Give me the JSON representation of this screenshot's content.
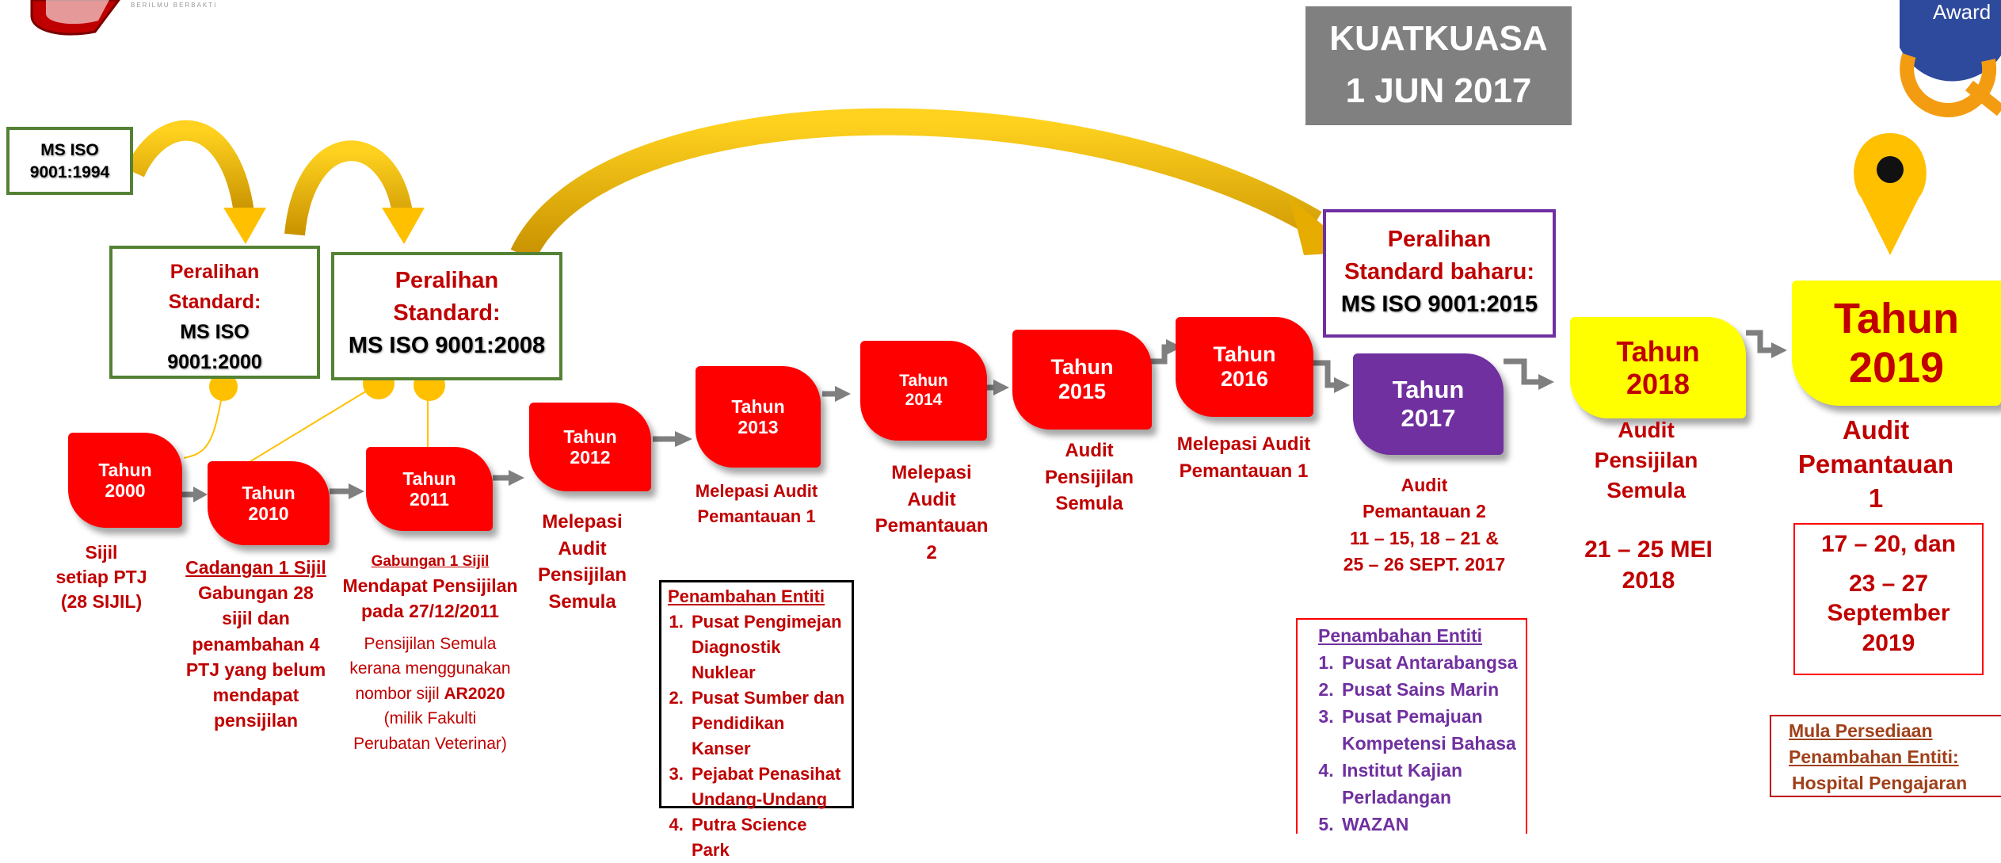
{
  "banner": {
    "line1": "KUATKUASA",
    "line2": "1 JUN 2017"
  },
  "logos": {
    "left_text": "BERILMU BERBAKTI",
    "right_text": "Award"
  },
  "iso1994": {
    "line1": "MS ISO",
    "line2": "9001:1994"
  },
  "trans2000": {
    "line1": "Peralihan",
    "line2": "Standard:",
    "line3": "MS ISO",
    "line4": "9001:2000"
  },
  "trans2008": {
    "line1": "Peralihan",
    "line2": "Standard:",
    "line3": "MS ISO 9001:2008"
  },
  "trans2015": {
    "line1": "Peralihan",
    "line2": "Standard baharu:",
    "line3": "MS ISO 9001:2015"
  },
  "years": [
    {
      "line1": "Tahun",
      "line2": "2000"
    },
    {
      "line1": "Tahun",
      "line2": "2010"
    },
    {
      "line1": "Tahun",
      "line2": "2011"
    },
    {
      "line1": "Tahun",
      "line2": "2012"
    },
    {
      "line1": "Tahun",
      "line2": "2013"
    },
    {
      "line1": "Tahun",
      "line2": "2014"
    },
    {
      "line1": "Tahun",
      "line2": "2015"
    },
    {
      "line1": "Tahun",
      "line2": "2016"
    },
    {
      "line1": "Tahun",
      "line2": "2017"
    },
    {
      "line1": "Tahun",
      "line2": "2018"
    },
    {
      "line1": "Tahun",
      "line2": "2019"
    }
  ],
  "desc": {
    "y2000": [
      "Sijil",
      "setiap PTJ",
      "(28 SIJIL)"
    ],
    "y2010": {
      "heading": "Cadangan 1 Sijil",
      "lines": [
        "Gabungan 28",
        "sijil dan",
        "penambahan 4",
        "PTJ yang belum",
        "mendapat",
        "pensijilan"
      ]
    },
    "y2011": {
      "heading": "Gabungan 1 Sijil",
      "lines": [
        "Mendapat Pensijilan",
        "pada 27/12/2011"
      ],
      "note1": "Pensijilan Semula",
      "note2": "kerana menggunakan",
      "note3_pre": "nombor sijil ",
      "note3_bold": "AR2020",
      "note4": "(milik Fakulti",
      "note5": "Perubatan Veterinar)"
    },
    "y2012": [
      "Melepasi",
      "Audit",
      "Pensijilan",
      "Semula"
    ],
    "y2013": [
      "Melepasi Audit",
      "Pemantauan 1"
    ],
    "y2014": [
      "Melepasi",
      "Audit",
      "Pemantauan",
      "2"
    ],
    "y2015": [
      "Audit",
      "Pensijilan",
      "Semula"
    ],
    "y2016": [
      "Melepasi Audit",
      "Pemantauan 1"
    ],
    "y2017": [
      "Audit",
      "Pemantauan 2",
      "11 – 15, 18 – 21 &",
      "25 – 26 SEPT. 2017"
    ],
    "y2018": [
      "Audit",
      "Pensijilan",
      "Semula"
    ],
    "y2018_date": [
      "21 – 25 MEI",
      "2018"
    ],
    "y2019": [
      "Audit",
      "Pemantauan",
      "1"
    ],
    "y2019_date": {
      "line1": "17 – 20, dan",
      "line2": "23 – 27",
      "line3": "September",
      "line4": "2019"
    }
  },
  "entity_box_1": {
    "title": "Penambahan Entiti",
    "items": [
      "Pusat Pengimejan Diagnostik Nuklear",
      "Pusat Sumber dan Pendidikan Kanser",
      "Pejabat Penasihat Undang-Undang",
      "Putra Science Park"
    ]
  },
  "entity_box_2": {
    "title": "Penambahan Entiti",
    "items": [
      "Pusat Antarabangsa",
      "Pusat Sains Marin",
      "Pusat Pemajuan Kompetensi Bahasa",
      "Institut Kajian Perladangan",
      "WAZAN"
    ]
  },
  "prep_box": {
    "line1": "Mula Persediaan",
    "line2": "Penambahan Entiti:",
    "line3": "Hospital Pengajaran"
  },
  "colors": {
    "tile_red": "#ff0000",
    "text_red": "#c00000",
    "purple": "#7030a0",
    "yellow": "#ffff00",
    "gold": "#e6b800",
    "green_border": "#548235",
    "banner_gray": "#808080"
  }
}
